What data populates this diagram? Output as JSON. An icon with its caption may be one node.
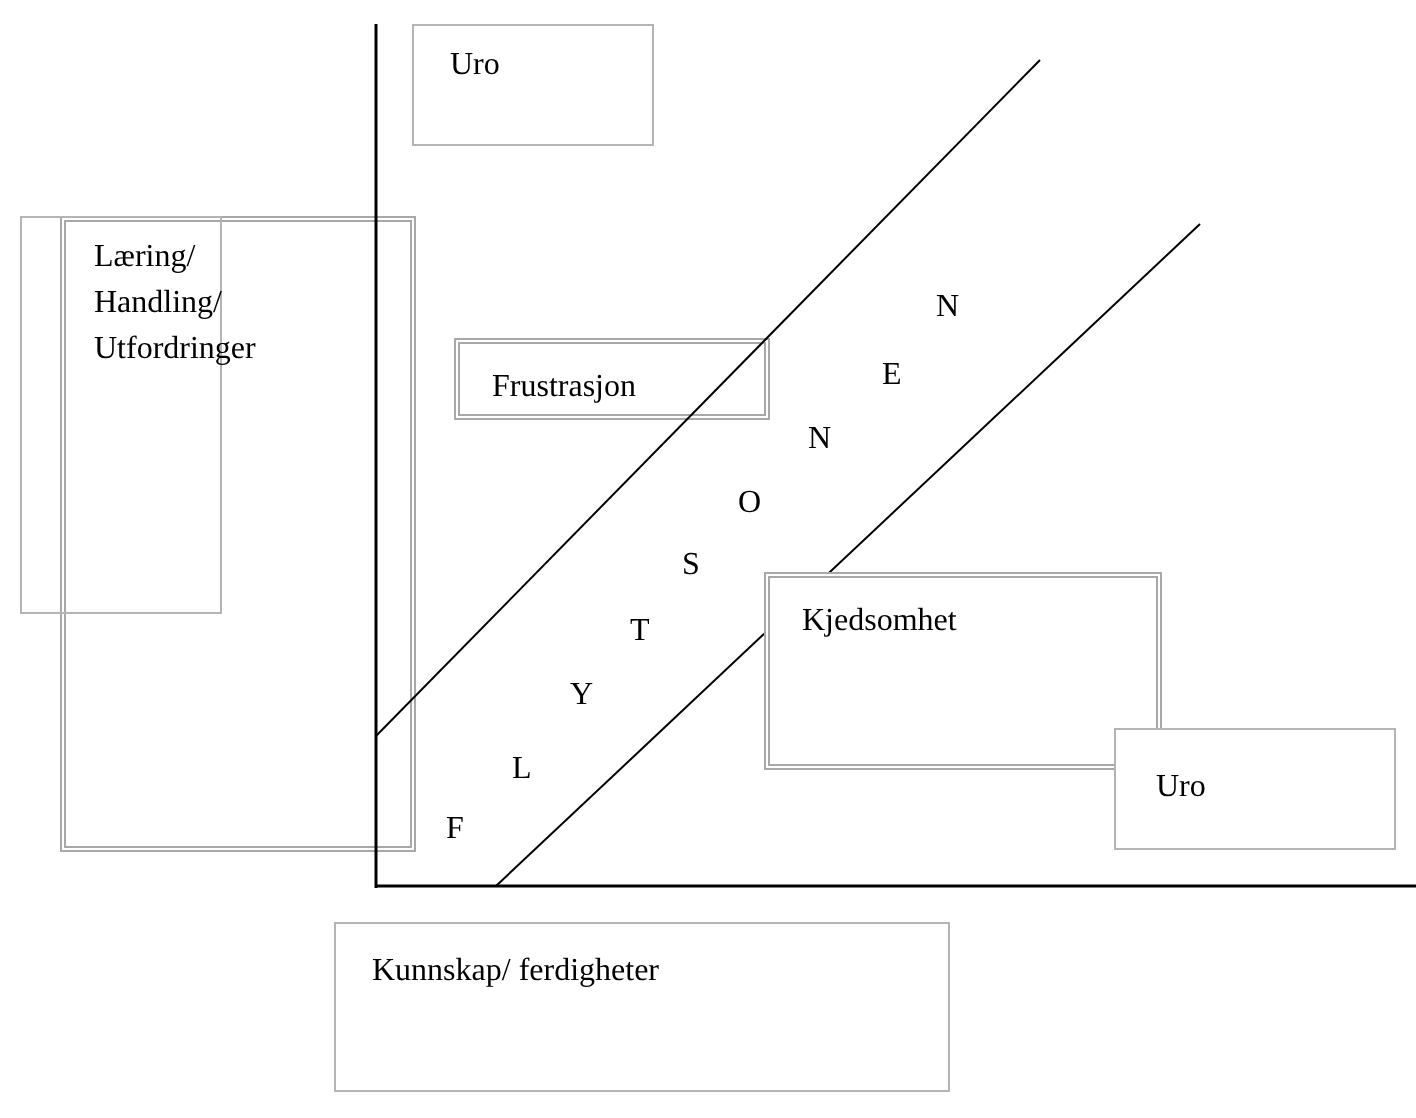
{
  "diagram": {
    "nodes": [
      {
        "text": [
          "Uro"
        ]
      },
      {
        "text": [],
        "shape": "box"
      },
      {
        "text": [
          "Læring/ Handling/ Utfordringer"
        ]
      },
      {
        "text": [
          "Frustrasjon"
        ]
      },
      {
        "text": [
          "Kjedsomhet"
        ]
      },
      {
        "text": [
          "Uro"
        ]
      },
      {
        "text": [
          "Kunnskap/ ferdigheter"
        ]
      }
    ],
    "labels": [
      "N",
      "E",
      "N",
      "O",
      "S",
      "T",
      "Y",
      "L",
      "F"
    ]
  }
}
